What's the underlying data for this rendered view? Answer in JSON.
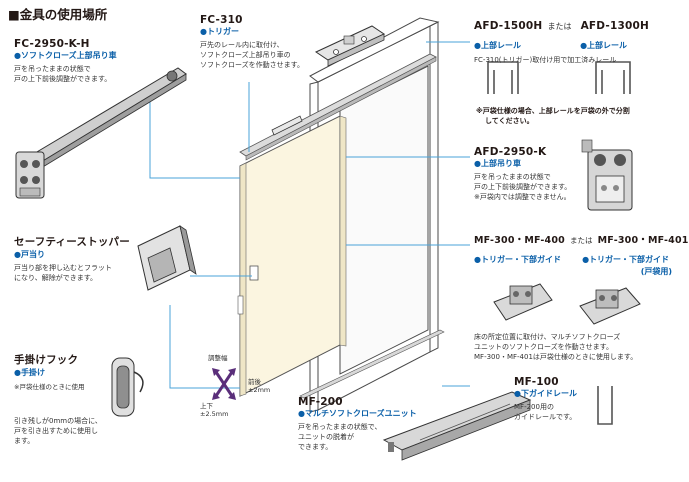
{
  "heading": "■金具の使用場所",
  "fc2950": {
    "name": "FC-2950-K-H",
    "sub": "●ソフトクローズ上部吊り車",
    "desc": [
      "戸を吊ったままの状態で",
      "戸の上下前後調整ができます。"
    ]
  },
  "fc310": {
    "name": "FC-310",
    "sub": "●トリガー",
    "desc": [
      "戸先のレール内に取付け、",
      "ソフトクローズ上部吊り車の",
      "ソフトクローズを作動させます。"
    ]
  },
  "afd": {
    "name_a": "AFD-1500H",
    "joiner": "または",
    "name_b": "AFD-1300H",
    "sub_a": "●上部レール",
    "sub_b": "●上部レール",
    "desc": "FC-310(トリガー)取付け用で加工済みレール",
    "note": [
      "※戸袋仕様の場合、上部レールを戸袋の外で分割",
      "してください。"
    ]
  },
  "afd2950": {
    "name": "AFD-2950-K",
    "sub": "●上部吊り車",
    "desc": [
      "戸を吊ったままの状態で",
      "戸の上下前後調整ができます。",
      "※戸袋内では調整できません。"
    ]
  },
  "safety": {
    "name": "セーフティーストッパー",
    "sub": "●戸当り",
    "desc": [
      "戸当り部を押し込むとフラット",
      "になり、解除ができます。"
    ]
  },
  "mf300": {
    "name_a": "MF-300・MF-400",
    "joiner": "または",
    "name_b": "MF-300・MF-401",
    "sub_a": "●トリガー・下部ガイド",
    "sub_b": "●トリガー・下部ガイド",
    "sub_b2": "(戸袋用)",
    "desc": [
      "床の所定位置に取付け、マルチソフトクローズ",
      "ユニットのソフトクローズを作動させます。",
      "MF-300・MF-401は戸袋仕様のときに使用します。"
    ]
  },
  "hook": {
    "name": "手掛けフック",
    "sub": "●手掛け",
    "note": "※戸袋仕様のときに使用",
    "desc": [
      "引き残しが0mmの場合に、",
      "戸を引き出すために使用し",
      "ます。"
    ]
  },
  "adjust": {
    "label": "調整幅",
    "updown": [
      "上下",
      "±2.5mm"
    ],
    "frontback": [
      "前後",
      "±2mm"
    ]
  },
  "mf200": {
    "name": "MF-200",
    "sub": "●マルチソフトクローズユニット",
    "desc": [
      "戸を吊ったままの状態で、",
      "ユニットの脱着が",
      "できます。"
    ]
  },
  "mf100": {
    "name": "MF-100",
    "sub": "●下ガイドレール",
    "desc": [
      "MF-200用の",
      "ガイドレールです。"
    ]
  },
  "colors": {
    "accent": "#0a5fa8",
    "leader": "#4aa3d8",
    "door": "#fbf5e0"
  }
}
